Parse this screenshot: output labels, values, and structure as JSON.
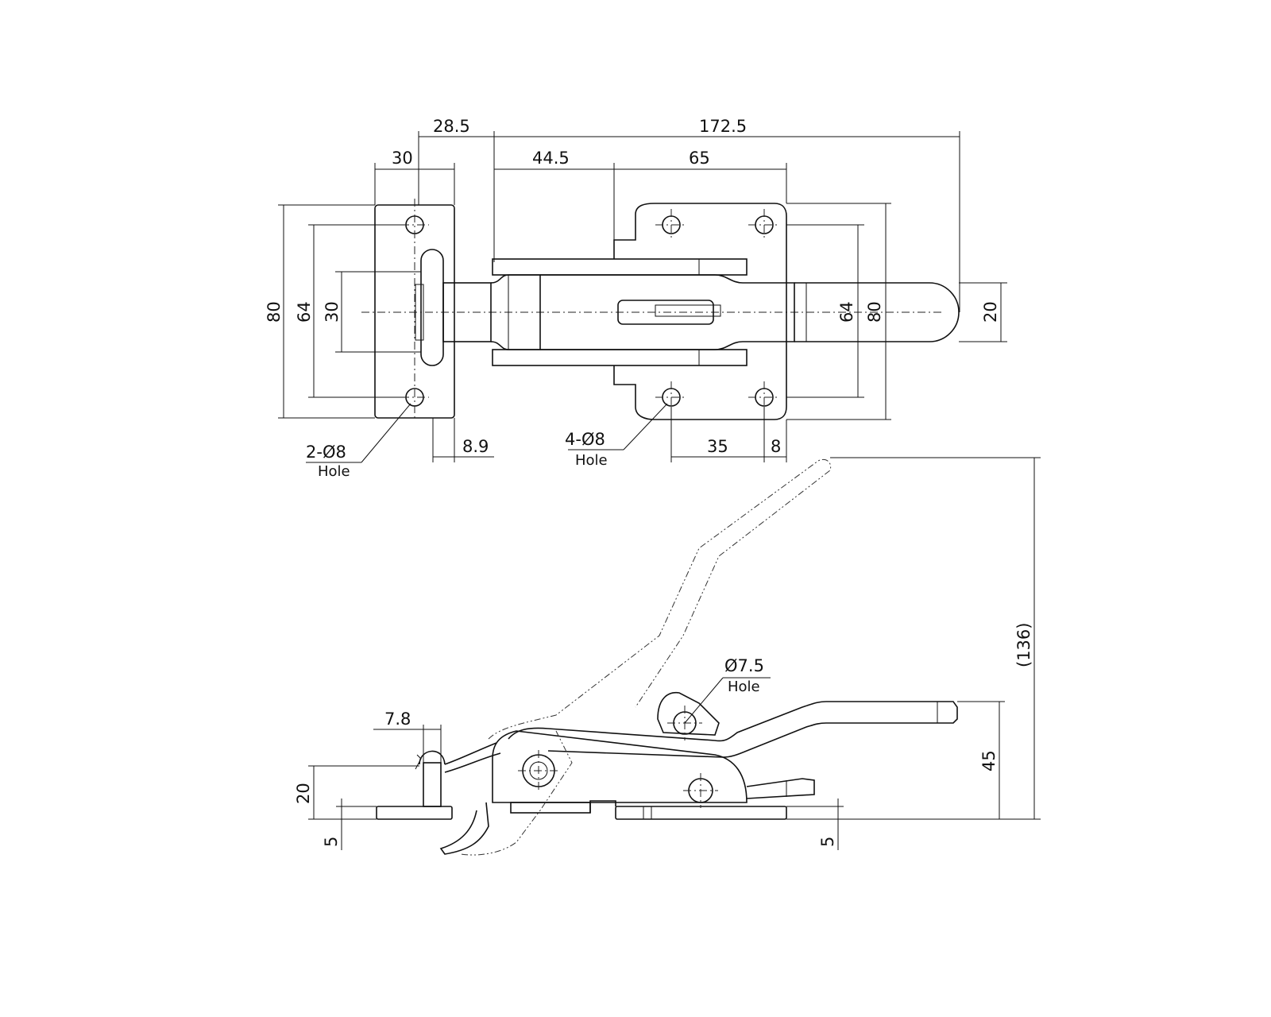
{
  "top_view": {
    "dims": {
      "d_28_5": "28.5",
      "d_172_5": "172.5",
      "d_30_top": "30",
      "d_44_5": "44.5",
      "d_65": "65",
      "d_80_left": "80",
      "d_64_left": "64",
      "d_30_left": "30",
      "d_64_right": "64",
      "d_80_right": "80",
      "d_20_right": "20",
      "d_8_9": "8.9",
      "d_35": "35",
      "d_8": "8"
    },
    "callouts": {
      "left_holes": "2-Ø8",
      "left_holes_sub": "Hole",
      "base_holes": "4-Ø8",
      "base_holes_sub": "Hole"
    }
  },
  "side_view": {
    "dims": {
      "d_7_8": "7.8",
      "d_20": "20",
      "d_5_left": "5",
      "d_5_right": "5",
      "d_45": "45",
      "d_136": "(136)"
    },
    "callouts": {
      "pivot_hole": "Ø7.5",
      "pivot_hole_sub": "Hole"
    }
  }
}
